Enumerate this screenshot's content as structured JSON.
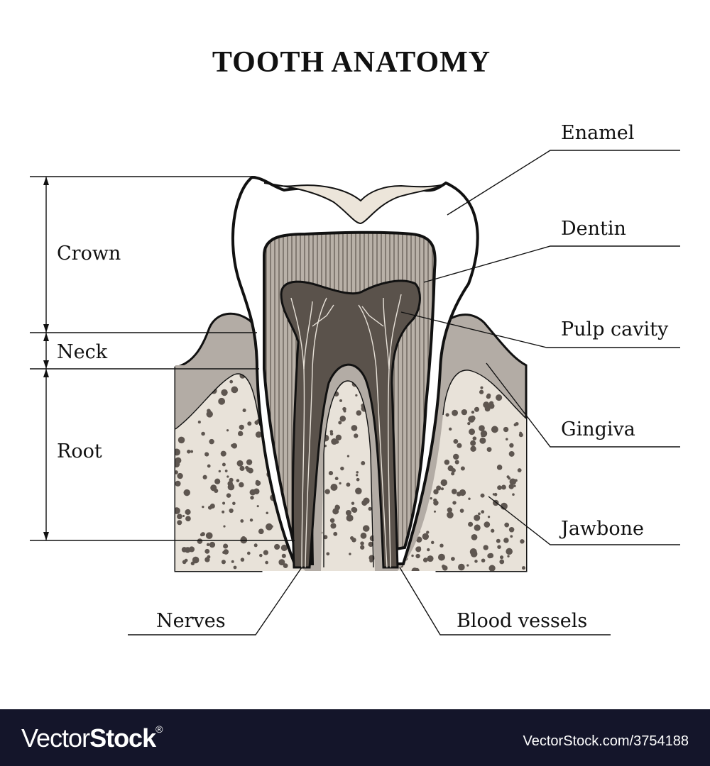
{
  "title": "TOOTH ANATOMY",
  "labels": {
    "enamel": "Enamel",
    "dentin": "Dentin",
    "pulp_cavity": "Pulp cavity",
    "gingiva": "Gingiva",
    "jawbone": "Jawbone",
    "nerves": "Nerves",
    "blood_vessels": "Blood vessels",
    "crown": "Crown",
    "neck": "Neck",
    "root": "Root"
  },
  "colors": {
    "enamel": "#ffffff",
    "occlusal": "#ece5da",
    "dentin": "#b9b1a8",
    "pulp": "#5a524b",
    "gingiva": "#b3aca5",
    "bone": "#e8e2d9",
    "bone_pore": "#5e5650",
    "footer": "#14152a"
  },
  "footer": {
    "brand_light": "Vector",
    "brand_bold": "Stock",
    "brand_mark": "®",
    "url": "VectorStock.com/3754188"
  }
}
